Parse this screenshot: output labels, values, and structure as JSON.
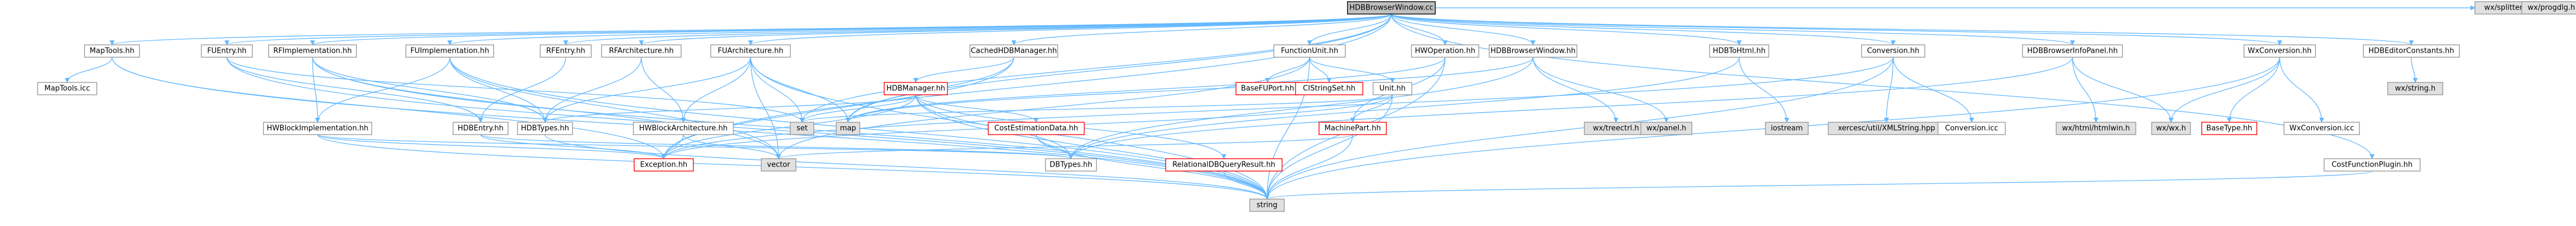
{
  "colors": {
    "edge": "#63b8ff",
    "node_fill": "#ffffff",
    "node_stroke": "#999999",
    "root_fill": "#bfbfbf",
    "root_stroke": "#000000",
    "external_fill": "#e0e0e0",
    "undocumented_stroke": "#ff0000",
    "text": "#000000"
  },
  "nodes": [
    {
      "id": "root",
      "label": "HDBBrowserWindow.cc",
      "kind": "root"
    },
    {
      "id": "maptoolsh",
      "label": "MapTools.hh",
      "kind": "normal"
    },
    {
      "id": "maptoolsicc",
      "label": "MapTools.icc",
      "kind": "normal"
    },
    {
      "id": "fuentryh",
      "label": "FUEntry.hh",
      "kind": "normal"
    },
    {
      "id": "rfimplh",
      "label": "RFImplementation.hh",
      "kind": "normal"
    },
    {
      "id": "hdbblockimplh",
      "label": "HWBlockImplementation.hh",
      "kind": "normal"
    },
    {
      "id": "fuimplh",
      "label": "FUImplementation.hh",
      "kind": "normal"
    },
    {
      "id": "hdbentryh",
      "label": "HDBEntry.hh",
      "kind": "normal"
    },
    {
      "id": "rfentryh",
      "label": "RFEntry.hh",
      "kind": "normal"
    },
    {
      "id": "rfarchh",
      "label": "RFArchitecture.hh",
      "kind": "normal"
    },
    {
      "id": "hdbtypesh",
      "label": "HDBTypes.hh",
      "kind": "normal"
    },
    {
      "id": "fuarchh",
      "label": "FUArchitecture.hh",
      "kind": "normal"
    },
    {
      "id": "hwblockarchh",
      "label": "HWBlockArchitecture.hh",
      "kind": "normal"
    },
    {
      "id": "exceptionh",
      "label": "Exception.hh",
      "kind": "undocumented"
    },
    {
      "id": "seth",
      "label": "set",
      "kind": "external"
    },
    {
      "id": "maph",
      "label": "map",
      "kind": "external"
    },
    {
      "id": "vectorh",
      "label": "vector",
      "kind": "external"
    },
    {
      "id": "stringh",
      "label": "string",
      "kind": "external"
    },
    {
      "id": "cachedhdbh",
      "label": "CachedHDBManager.hh",
      "kind": "normal"
    },
    {
      "id": "hdbmanagerh",
      "label": "HDBManager.hh",
      "kind": "undocumented"
    },
    {
      "id": "costestdatah",
      "label": "CostEstimationData.hh",
      "kind": "undocumented"
    },
    {
      "id": "dbtypesh",
      "label": "DBTypes.hh",
      "kind": "normal"
    },
    {
      "id": "reldbqh",
      "label": "RelationalDBQueryResult.hh",
      "kind": "undocumented"
    },
    {
      "id": "funcunith",
      "label": "FunctionUnit.hh",
      "kind": "normal"
    },
    {
      "id": "basefuporth",
      "label": "BaseFUPort.hh",
      "kind": "undocumented"
    },
    {
      "id": "cstringseth",
      "label": "CIStringSet.hh",
      "kind": "undocumented"
    },
    {
      "id": "unith",
      "label": "Unit.hh",
      "kind": "normal"
    },
    {
      "id": "machineparth",
      "label": "MachinePart.hh",
      "kind": "undocumented"
    },
    {
      "id": "hwoperationh",
      "label": "HWOperation.hh",
      "kind": "normal"
    },
    {
      "id": "hdbbrowserwinh",
      "label": "HDBBrowserWindow.hh",
      "kind": "normal"
    },
    {
      "id": "wxtreectrlh",
      "label": "wx/treectrl.h",
      "kind": "external"
    },
    {
      "id": "wxpanelh",
      "label": "wx/panel.h",
      "kind": "external"
    },
    {
      "id": "hdbtohtmlh",
      "label": "HDBToHtml.hh",
      "kind": "normal"
    },
    {
      "id": "iostreamh",
      "label": "iostream",
      "kind": "external"
    },
    {
      "id": "conversionh",
      "label": "Conversion.hh",
      "kind": "normal"
    },
    {
      "id": "xercesh",
      "label": "xercesc/util/XMLString.hpp",
      "kind": "external"
    },
    {
      "id": "conversionicc",
      "label": "Conversion.icc",
      "kind": "normal"
    },
    {
      "id": "hdbinfopanelh",
      "label": "HDBBrowserInfoPanel.hh",
      "kind": "normal"
    },
    {
      "id": "wxhtmlwinh",
      "label": "wx/html/htmlwin.h",
      "kind": "external"
    },
    {
      "id": "wxwxh",
      "label": "wx/wx.h",
      "kind": "external"
    },
    {
      "id": "wxconvh",
      "label": "WxConversion.hh",
      "kind": "normal"
    },
    {
      "id": "basetypeh",
      "label": "BaseType.hh",
      "kind": "undocumented"
    },
    {
      "id": "wxconvicc",
      "label": "WxConversion.icc",
      "kind": "normal"
    },
    {
      "id": "hdbeditorconsth",
      "label": "HDBEditorConstants.hh",
      "kind": "normal"
    },
    {
      "id": "wxstringh",
      "label": "wx/string.h",
      "kind": "external"
    },
    {
      "id": "costfupluginh",
      "label": "CostFunctionPlugin.hh",
      "kind": "normal"
    },
    {
      "id": "wxsplitterh",
      "label": "wx/splitter.h",
      "kind": "external"
    },
    {
      "id": "wxprogdlgh",
      "label": "wx/progdlg.h",
      "kind": "external"
    }
  ],
  "edges": [
    [
      "root",
      "maptoolsh"
    ],
    [
      "root",
      "fuentryh"
    ],
    [
      "root",
      "rfimplh"
    ],
    [
      "root",
      "fuimplh"
    ],
    [
      "root",
      "rfentryh"
    ],
    [
      "root",
      "rfarchh"
    ],
    [
      "root",
      "fuarchh"
    ],
    [
      "root",
      "cachedhdbh"
    ],
    [
      "root",
      "funcunith"
    ],
    [
      "root",
      "hwoperationh"
    ],
    [
      "root",
      "hdbbrowserwinh"
    ],
    [
      "root",
      "hdbtohtmlh"
    ],
    [
      "root",
      "conversionh"
    ],
    [
      "root",
      "hdbinfopanelh"
    ],
    [
      "root",
      "wxconvh"
    ],
    [
      "root",
      "hdbeditorconsth"
    ],
    [
      "root",
      "costfupluginh"
    ],
    [
      "root",
      "wxsplitterh"
    ],
    [
      "root",
      "wxprogdlgh"
    ],
    [
      "root",
      "exceptionh"
    ],
    [
      "root",
      "seth"
    ],
    [
      "root",
      "maph"
    ],
    [
      "maptoolsh",
      "maptoolsicc"
    ],
    [
      "maptoolsh",
      "exceptionh"
    ],
    [
      "maptoolsh",
      "stringh"
    ],
    [
      "fuentryh",
      "hdbentryh"
    ],
    [
      "fuentryh",
      "seth"
    ],
    [
      "fuentryh",
      "stringh"
    ],
    [
      "rfimplh",
      "hdbblockimplh"
    ],
    [
      "rfimplh",
      "hdbtypesh"
    ],
    [
      "rfimplh",
      "vectorh"
    ],
    [
      "rfimplh",
      "stringh"
    ],
    [
      "fuimplh",
      "hdbblockimplh"
    ],
    [
      "fuimplh",
      "hdbtypesh"
    ],
    [
      "fuimplh",
      "vectorh"
    ],
    [
      "fuimplh",
      "stringh"
    ],
    [
      "hdbblockimplh",
      "exceptionh"
    ],
    [
      "hdbblockimplh",
      "stringh"
    ],
    [
      "hdbblockimplh",
      "dbtypesh"
    ],
    [
      "hdbentryh",
      "exceptionh"
    ],
    [
      "hdbentryh",
      "dbtypesh"
    ],
    [
      "rfentryh",
      "hdbentryh"
    ],
    [
      "rfarchh",
      "hwblockarchh"
    ],
    [
      "rfarchh",
      "hdbtypesh"
    ],
    [
      "fuarchh",
      "hwblockarchh"
    ],
    [
      "fuarchh",
      "hdbtypesh"
    ],
    [
      "fuarchh",
      "seth"
    ],
    [
      "fuarchh",
      "maph"
    ],
    [
      "fuarchh",
      "stringh"
    ],
    [
      "fuarchh",
      "vectorh"
    ],
    [
      "hwblockarchh",
      "exceptionh"
    ],
    [
      "hwblockarchh",
      "vectorh"
    ],
    [
      "hdbtypesh",
      "stringh"
    ],
    [
      "cachedhdbh",
      "hdbmanagerh"
    ],
    [
      "cachedhdbh",
      "maph"
    ],
    [
      "cachedhdbh",
      "exceptionh"
    ],
    [
      "hdbmanagerh",
      "seth"
    ],
    [
      "hdbmanagerh",
      "hdbtypesh"
    ],
    [
      "hdbmanagerh",
      "costestdatah"
    ],
    [
      "hdbmanagerh",
      "dbtypesh"
    ],
    [
      "hdbmanagerh",
      "reldbqh"
    ],
    [
      "hdbmanagerh",
      "exceptionh"
    ],
    [
      "hdbmanagerh",
      "stringh"
    ],
    [
      "costestdatah",
      "dbtypesh"
    ],
    [
      "costestdatah",
      "stringh"
    ],
    [
      "reldbqh",
      "stringh"
    ],
    [
      "funcunith",
      "basefuporth"
    ],
    [
      "funcunith",
      "cstringseth"
    ],
    [
      "funcunith",
      "unith"
    ],
    [
      "funcunith",
      "stringh"
    ],
    [
      "funcunith",
      "vectorh"
    ],
    [
      "unith",
      "machineparth"
    ],
    [
      "unith",
      "seth"
    ],
    [
      "unith",
      "stringh"
    ],
    [
      "unith",
      "exceptionh"
    ],
    [
      "machineparth",
      "stringh"
    ],
    [
      "machineparth",
      "vectorh"
    ],
    [
      "hwoperationh",
      "machineparth"
    ],
    [
      "hwoperationh",
      "maph"
    ],
    [
      "hwoperationh",
      "stringh"
    ],
    [
      "hdbbrowserwinh",
      "wxtreectrlh"
    ],
    [
      "hdbbrowserwinh",
      "wxpanelh"
    ],
    [
      "hdbbrowserwinh",
      "maph"
    ],
    [
      "hdbbrowserwinh",
      "dbtypesh"
    ],
    [
      "hdbtohtmlh",
      "iostreamh"
    ],
    [
      "hdbtohtmlh",
      "dbtypesh"
    ],
    [
      "conversionh",
      "xercesh"
    ],
    [
      "conversionh",
      "conversionicc"
    ],
    [
      "conversionh",
      "exceptionh"
    ],
    [
      "conversionh",
      "stringh"
    ],
    [
      "hdbinfopanelh",
      "wxhtmlwinh"
    ],
    [
      "hdbinfopanelh",
      "wxwxh"
    ],
    [
      "hdbinfopanelh",
      "dbtypesh"
    ],
    [
      "wxconvh",
      "wxwxh"
    ],
    [
      "wxconvh",
      "basetypeh"
    ],
    [
      "wxconvh",
      "wxconvicc"
    ],
    [
      "wxconvh",
      "stringh"
    ],
    [
      "hdbeditorconsth",
      "wxstringh"
    ],
    [
      "costfupluginh",
      "stringh"
    ]
  ]
}
